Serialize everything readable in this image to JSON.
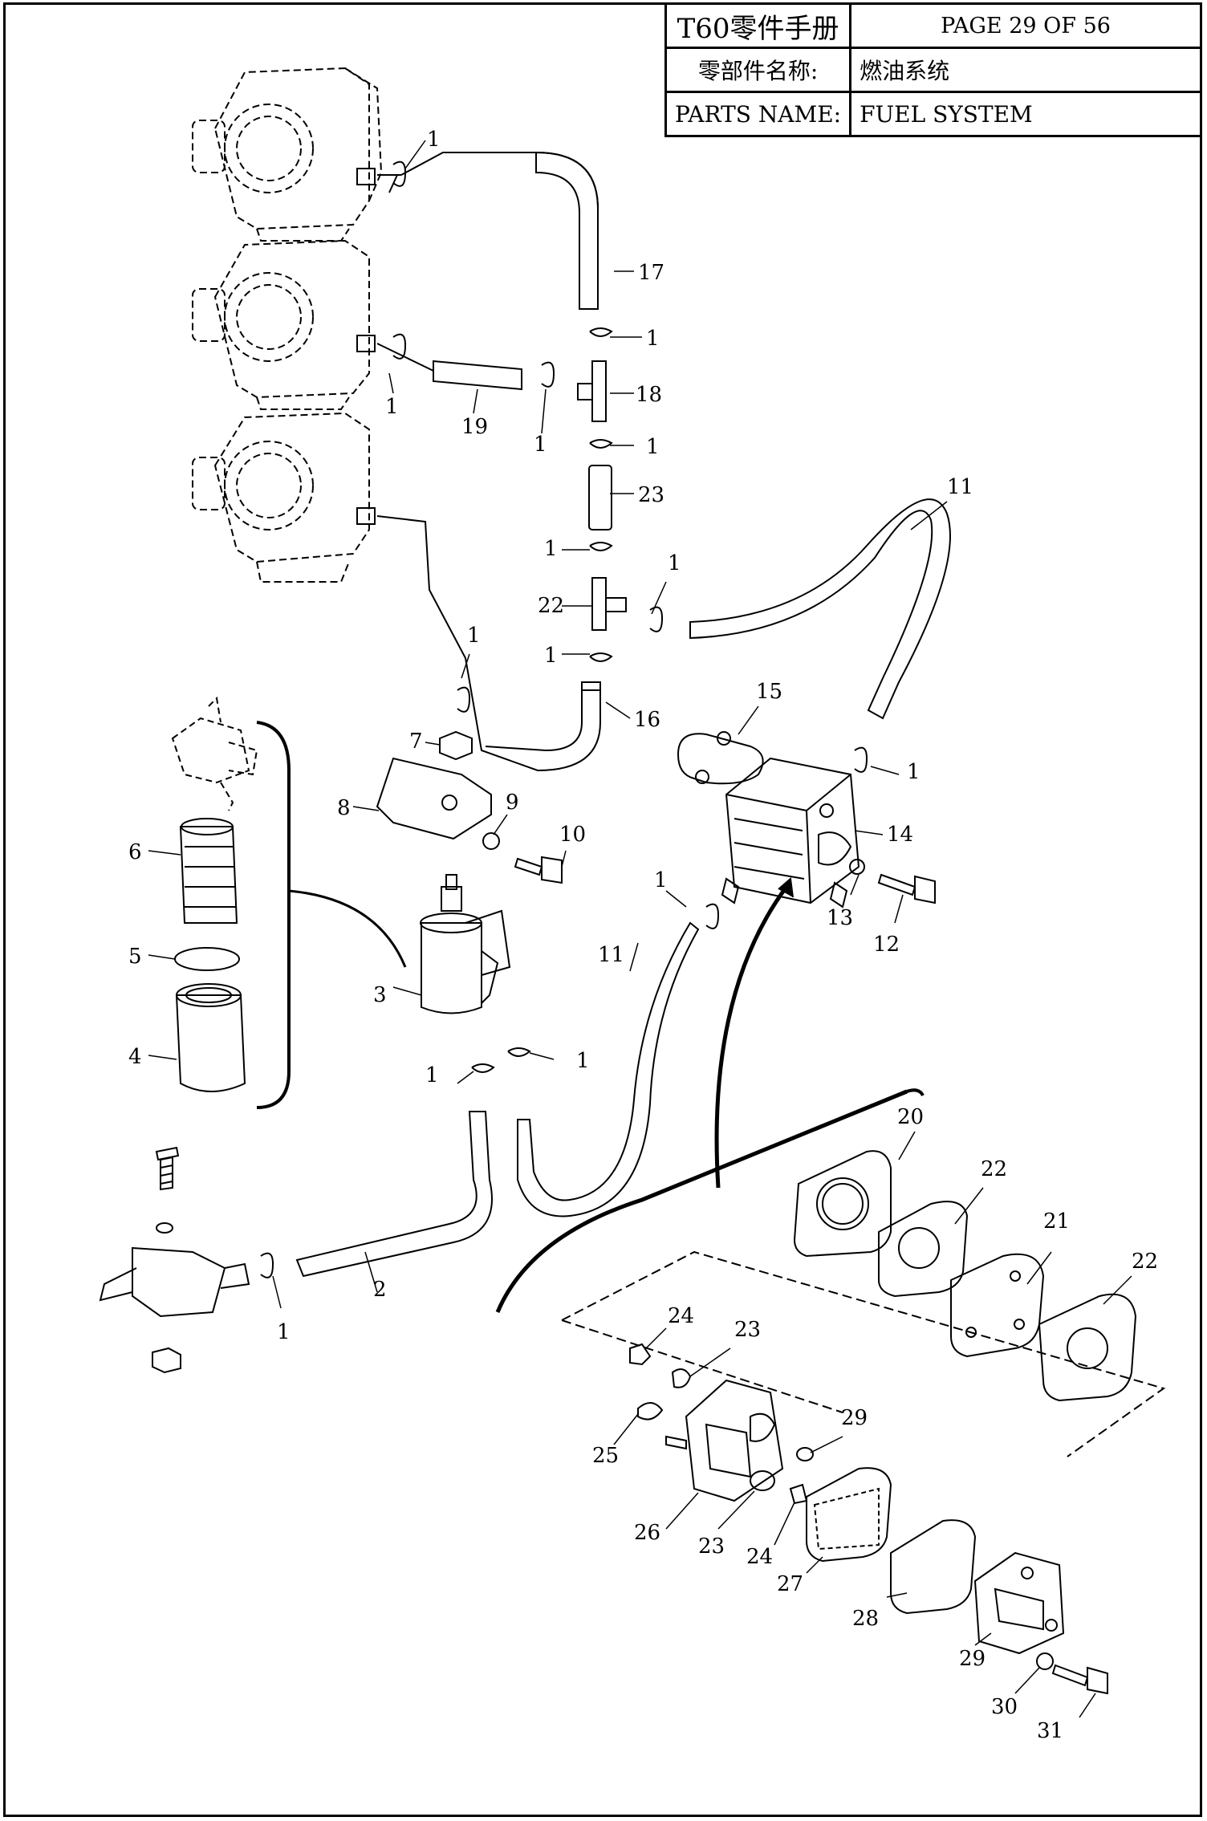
{
  "header": {
    "manual_title": "T60零件手册",
    "page_indicator": "PAGE 29 OF 56",
    "part_name_label_cn": "零部件名称:",
    "part_name_value_cn": "燃油系统",
    "part_name_label_en": "PARTS NAME:",
    "part_name_value_en": "FUEL SYSTEM"
  },
  "callouts": [
    {
      "id": "c1a",
      "text": "1"
    },
    {
      "id": "c17",
      "text": "17"
    },
    {
      "id": "c1b",
      "text": "1"
    },
    {
      "id": "c18",
      "text": "18"
    },
    {
      "id": "c1c",
      "text": "1"
    },
    {
      "id": "c19",
      "text": "19"
    },
    {
      "id": "c1d",
      "text": "1"
    },
    {
      "id": "c1e",
      "text": "1"
    },
    {
      "id": "c23a",
      "text": "23"
    },
    {
      "id": "c1f",
      "text": "1"
    },
    {
      "id": "c11a",
      "text": "11"
    },
    {
      "id": "c1g",
      "text": "1"
    },
    {
      "id": "c22a",
      "text": "22"
    },
    {
      "id": "c1h",
      "text": "1"
    },
    {
      "id": "c1i",
      "text": "1"
    },
    {
      "id": "c16",
      "text": "16"
    },
    {
      "id": "c15",
      "text": "15"
    },
    {
      "id": "c7",
      "text": "7"
    },
    {
      "id": "c1j",
      "text": "1"
    },
    {
      "id": "c8",
      "text": "8"
    },
    {
      "id": "c9",
      "text": "9"
    },
    {
      "id": "c10",
      "text": "10"
    },
    {
      "id": "c14",
      "text": "14"
    },
    {
      "id": "c6",
      "text": "6"
    },
    {
      "id": "c1k",
      "text": "1"
    },
    {
      "id": "c13",
      "text": "13"
    },
    {
      "id": "c12",
      "text": "12"
    },
    {
      "id": "c11b",
      "text": "11"
    },
    {
      "id": "c5",
      "text": "5"
    },
    {
      "id": "c3",
      "text": "3"
    },
    {
      "id": "c4",
      "text": "4"
    },
    {
      "id": "c1l",
      "text": "1"
    },
    {
      "id": "c1m",
      "text": "1"
    },
    {
      "id": "c20",
      "text": "20"
    },
    {
      "id": "c22b",
      "text": "22"
    },
    {
      "id": "c21",
      "text": "21"
    },
    {
      "id": "c22c",
      "text": "22"
    },
    {
      "id": "c2",
      "text": "2"
    },
    {
      "id": "c1n",
      "text": "1"
    },
    {
      "id": "c24a",
      "text": "24"
    },
    {
      "id": "c23b",
      "text": "23"
    },
    {
      "id": "c29a",
      "text": "29"
    },
    {
      "id": "c25",
      "text": "25"
    },
    {
      "id": "c26",
      "text": "26"
    },
    {
      "id": "c23c",
      "text": "23"
    },
    {
      "id": "c24b",
      "text": "24"
    },
    {
      "id": "c27",
      "text": "27"
    },
    {
      "id": "c28",
      "text": "28"
    },
    {
      "id": "c29b",
      "text": "29"
    },
    {
      "id": "c30",
      "text": "30"
    },
    {
      "id": "c31",
      "text": "31"
    }
  ]
}
